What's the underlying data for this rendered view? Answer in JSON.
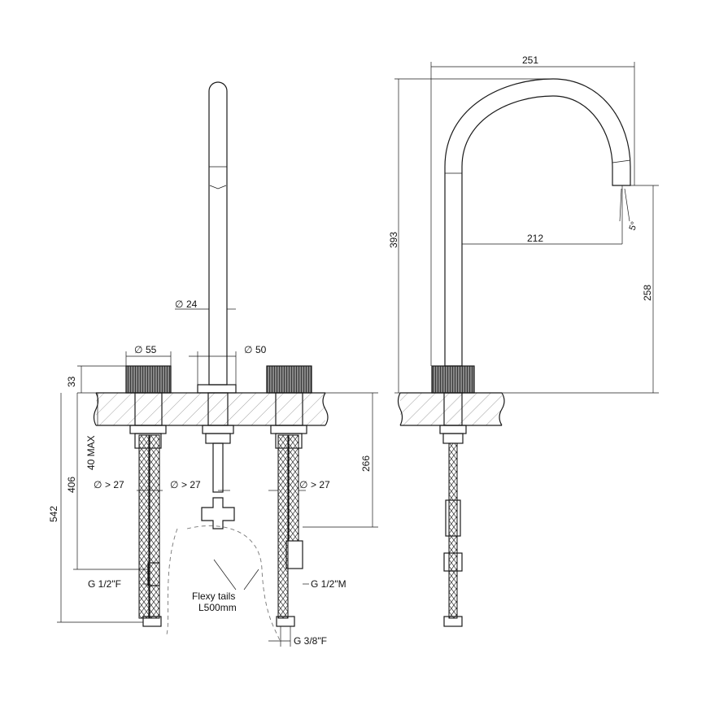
{
  "dimensions": {
    "spout_tube_diameter": "24",
    "handle_diameter": "55",
    "spout_base_diameter": "50",
    "handle_height": "33",
    "counter_thickness_max": "40 MAX",
    "hole_diameter_left": "> 27",
    "hole_diameter_center": "> 27",
    "hole_diameter_right": "> 27",
    "under_counter_depth": "406",
    "total_depth": "542",
    "connector_depth": "266",
    "spout_reach_total": "251",
    "spout_height": "393",
    "spout_reach": "212",
    "outlet_height": "258",
    "spout_angle": "5°"
  },
  "diameter_symbol": "∅",
  "connections": {
    "left_valve": "G 1/2\"F",
    "right_valve": "G 1/2\"M",
    "flexy_line1": "Flexy tails",
    "flexy_line2": "L500mm",
    "hose_end": "G 3/8\"F"
  }
}
